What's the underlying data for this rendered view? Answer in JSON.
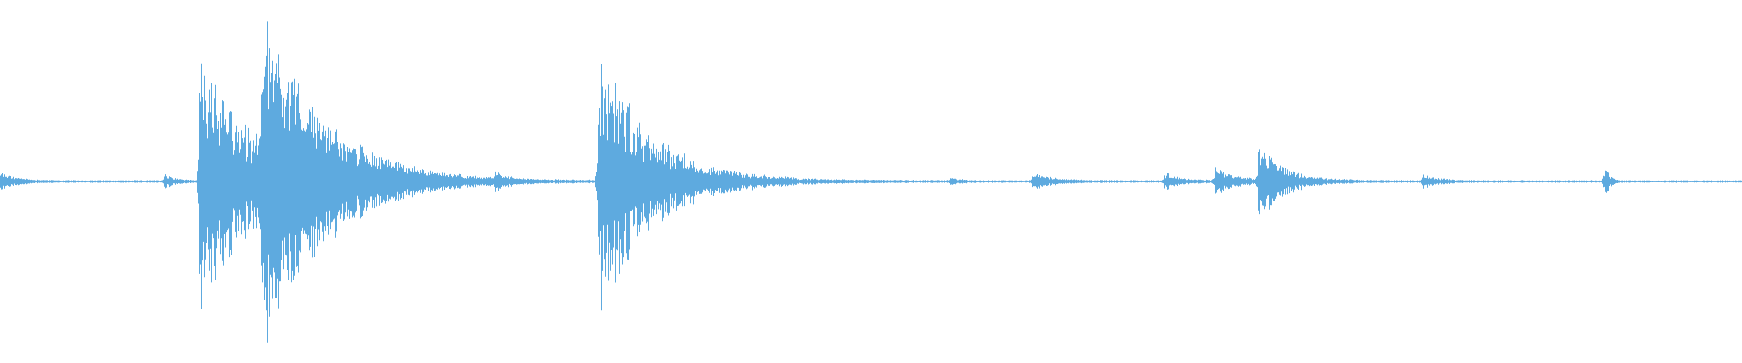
{
  "waveform": {
    "color": "#5eaadf",
    "background": "#ffffff",
    "duration_relative": 1.0,
    "baseline_amplitude": 0.008,
    "events": [
      {
        "t": 0.0,
        "amp": 0.05,
        "decay": 0.01
      },
      {
        "t": 0.094,
        "amp": 0.05,
        "decay": 0.006
      },
      {
        "t": 0.114,
        "amp": 0.82,
        "decay": 0.03
      },
      {
        "t": 0.15,
        "amp": 0.85,
        "decay": 0.035
      },
      {
        "t": 0.206,
        "amp": 0.04,
        "decay": 0.006
      },
      {
        "t": 0.284,
        "amp": 0.05,
        "decay": 0.005
      },
      {
        "t": 0.343,
        "amp": 0.8,
        "decay": 0.03
      },
      {
        "t": 0.545,
        "amp": 0.02,
        "decay": 0.006
      },
      {
        "t": 0.592,
        "amp": 0.05,
        "decay": 0.012
      },
      {
        "t": 0.668,
        "amp": 0.05,
        "decay": 0.01
      },
      {
        "t": 0.697,
        "amp": 0.08,
        "decay": 0.012
      },
      {
        "t": 0.722,
        "amp": 0.25,
        "decay": 0.014
      },
      {
        "t": 0.816,
        "amp": 0.04,
        "decay": 0.01
      },
      {
        "t": 0.921,
        "amp": 0.18,
        "decay": 0.002
      }
    ]
  }
}
